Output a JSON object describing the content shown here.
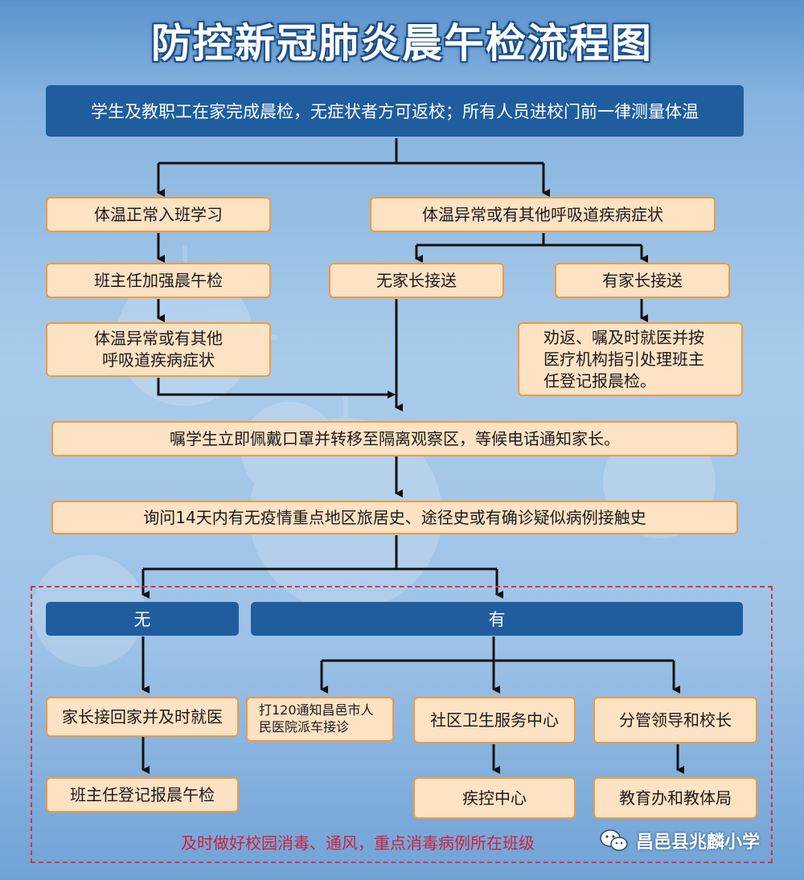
{
  "title": "防控新冠肺炎晨午检流程图",
  "intro": "学生及教职工在家完成晨检，无症状者方可返校；所有人员进校门前一律测量体温",
  "left_branch": {
    "normal": "体温正常入班学习",
    "teacher_check": "班主任加强晨午检",
    "abnormal": "体温异常或有其他\n呼吸道疾病症状"
  },
  "right_branch": {
    "abnormal": "体温异常或有其他呼吸道疾病症状",
    "no_parent": "无家长接送",
    "has_parent": "有家长接送",
    "persuade": "劝返、嘱及时就医并按\n医疗机构指引处理班主\n任登记报晨检。"
  },
  "isolate": "嘱学生立即佩戴口罩并转移至隔离观察区，等候电话通知家长。",
  "inquire": "询问14天内有无疫情重点地区旅居史、途径史或有确诊疑似病例接触史",
  "no_label": "无",
  "yes_label": "有",
  "no_path": {
    "pickup": "家长接回家并及时就医",
    "report": "班主任登记报晨午检"
  },
  "yes_path": {
    "call120": "打120通知昌邑市人\n民医院派车接诊",
    "community": "社区卫生服务中心",
    "cdc": "疾控中心",
    "leader": "分管领导和校长",
    "bureau": "教育办和教体局"
  },
  "note": "及时做好校园消毒、通风，重点消毒病例所在班级",
  "footer": "昌邑县兆麟小学",
  "colors": {
    "box_fill": "#fde2c4",
    "box_border": "#f09a3e",
    "blue_box": "#1f5d9e",
    "dash_border": "#d9334a",
    "note_text": "#d3203b"
  }
}
